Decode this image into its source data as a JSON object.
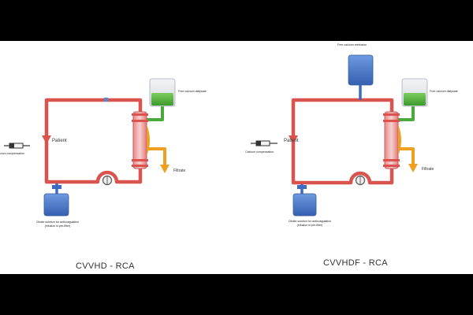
{
  "diagrams": [
    {
      "title": "CVVHD - RCA",
      "patient": "Patient",
      "calcium": "cium compensation",
      "dialysate": "Free calcium dialysate",
      "filtrate": "Filtrate",
      "citrate": "Citrate solution for anticoagulation (infusion in pre-filter)"
    },
    {
      "title": "CVVHDF - RCA",
      "patient": "Patient",
      "calcium": "Calcium compensation",
      "dialysate": "Free calcium dialysate",
      "reinfusion": "Free calcium reinfusion",
      "filtrate": "Filtrate",
      "citrate": "Citrate solution for anticoagulation (infusion in pre-filter)"
    }
  ],
  "colors": {
    "blood_line": "#d9534f",
    "dialysate": "#4aaa3c",
    "filtrate": "#f0a020",
    "citrate": "#3c6cc0",
    "background": "#ffffff",
    "letterbox": "#000000"
  }
}
